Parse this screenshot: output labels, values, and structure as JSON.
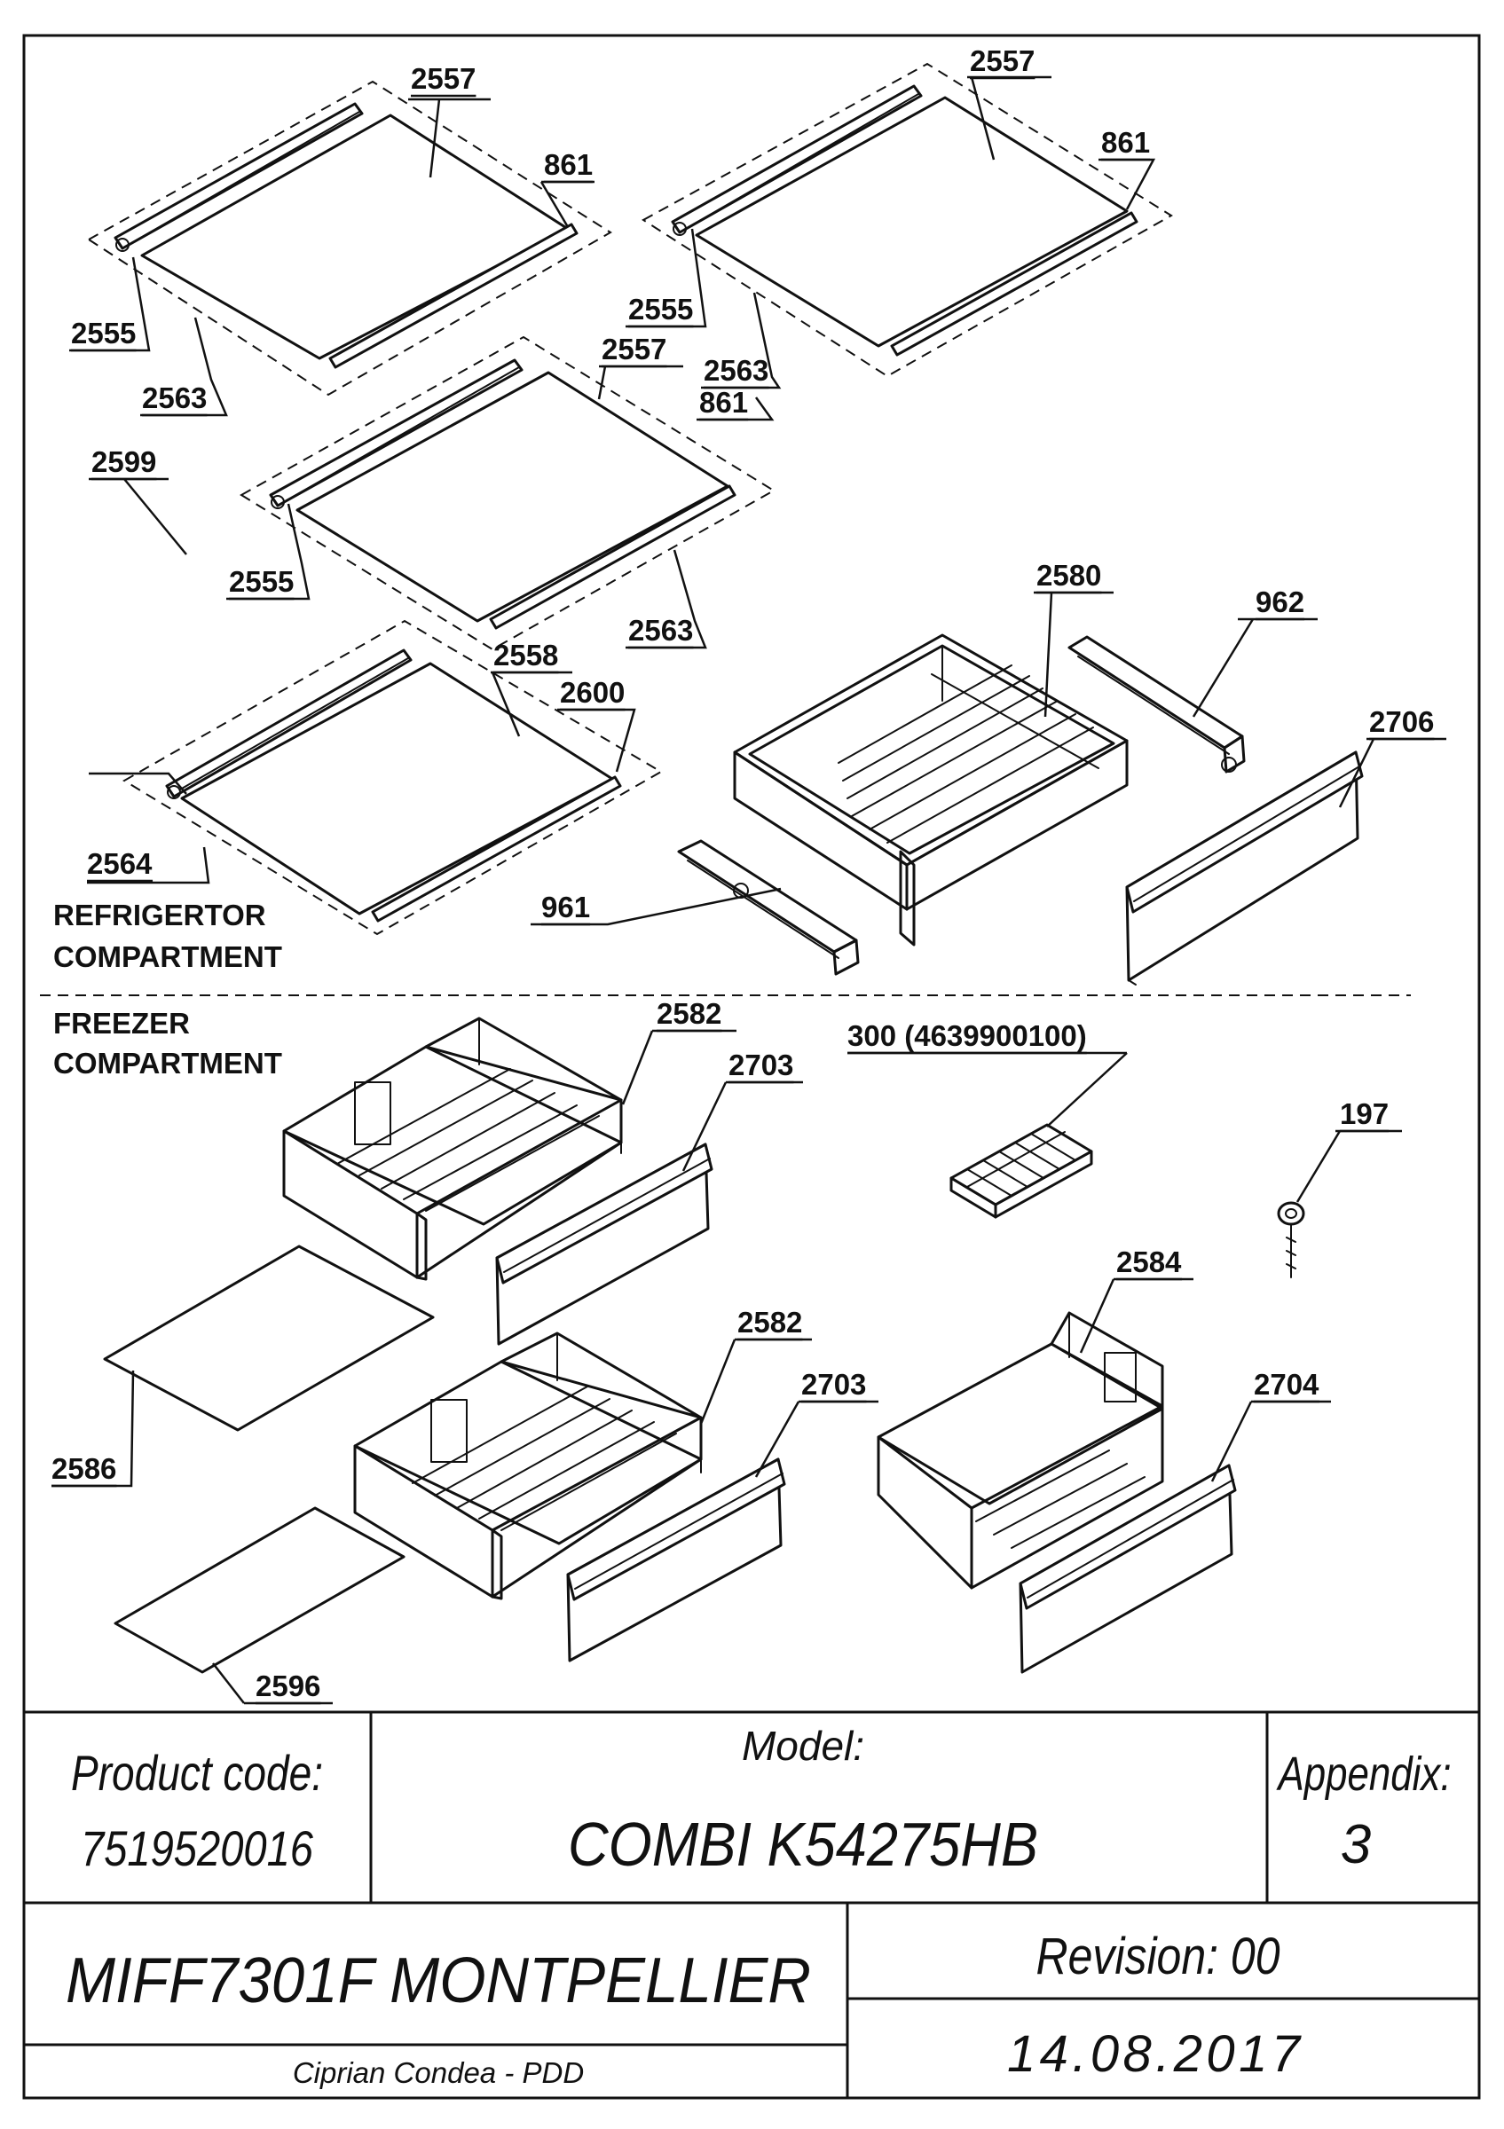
{
  "sections": {
    "refrigerator": [
      "REFRIGERTOR",
      "COMPARTMENT"
    ],
    "freezer": [
      "FREEZER",
      "COMPARTMENT"
    ]
  },
  "callouts": [
    "2557",
    "861",
    "2555",
    "2563",
    "2557",
    "861",
    "2555",
    "2563",
    "2557",
    "861",
    "2555",
    "2563",
    "2599",
    "2558",
    "2600",
    "2564",
    "2580",
    "962",
    "2706",
    "961",
    "2582",
    "2703",
    "300 (4639900100)",
    "197",
    "2584",
    "2582",
    "2703",
    "2704",
    "2586",
    "2596"
  ],
  "title_block": {
    "product_code_label": "Product code:",
    "product_code": "7519520016",
    "model_label": "Model:",
    "model": "COMBI K54275HB",
    "appendix_label": "Appendix:",
    "appendix": "3",
    "product_name": "MIFF7301F MONTPELLIER",
    "revision": "Revision: 00",
    "author": "Ciprian Condea - PDD",
    "date": "14.08.2017"
  }
}
